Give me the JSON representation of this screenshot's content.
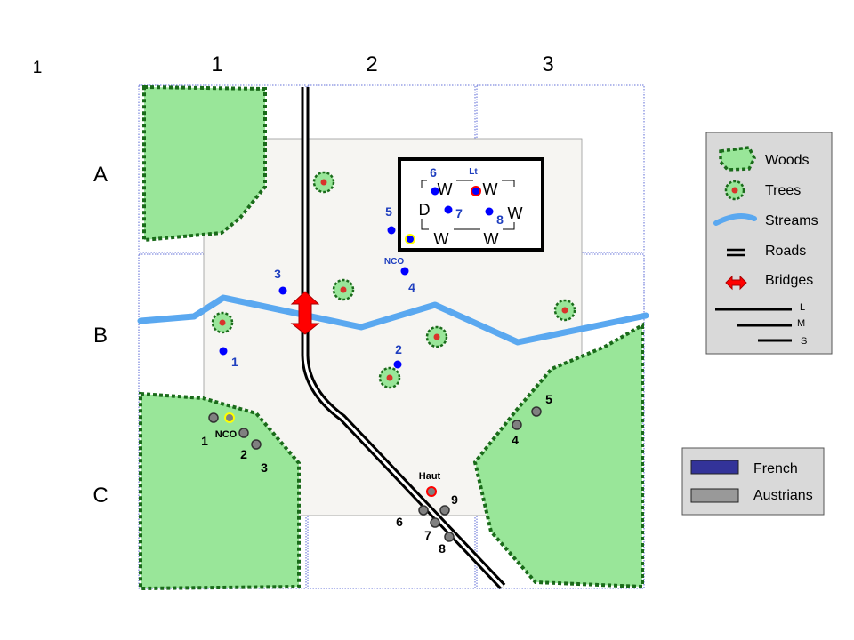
{
  "page_number": "1",
  "columns": [
    "1",
    "2",
    "3"
  ],
  "rows": [
    "A",
    "B",
    "C"
  ],
  "legend": {
    "items": [
      {
        "label": "Woods",
        "icon": "woods-icon"
      },
      {
        "label": "Trees",
        "icon": "tree-icon"
      },
      {
        "label": "Streams",
        "icon": "stream-icon"
      },
      {
        "label": "Roads",
        "icon": "road-icon"
      },
      {
        "label": "Bridges",
        "icon": "bridge-icon"
      }
    ],
    "wall_sizes": [
      "L",
      "M",
      "S"
    ]
  },
  "sides": [
    {
      "label": "French",
      "color": "#333399"
    },
    {
      "label": "Austrians",
      "color": "#999999"
    }
  ],
  "building": {
    "walls": [
      "W",
      "W",
      "W",
      "W",
      "W"
    ],
    "door": "D"
  },
  "french_units": [
    "1",
    "2",
    "3",
    "4",
    "5",
    "6",
    "7",
    "8"
  ],
  "french_nco": "NCO",
  "french_officer": "Lt",
  "austrian_units": [
    "1",
    "2",
    "3",
    "4",
    "5",
    "6",
    "7",
    "8",
    "9"
  ],
  "austrian_nco": "NCO",
  "austrian_officer": "Haut",
  "colors": {
    "woods_fill": "#99e699",
    "woods_border": "#1a6b1a",
    "stream": "#5aa8f0",
    "bridge": "#ff0000",
    "french": "#0000ff",
    "austrian": "#808080",
    "nco_ring": "#ffff00",
    "officer_ring": "#ff0000",
    "board": "#f6f5f2"
  }
}
